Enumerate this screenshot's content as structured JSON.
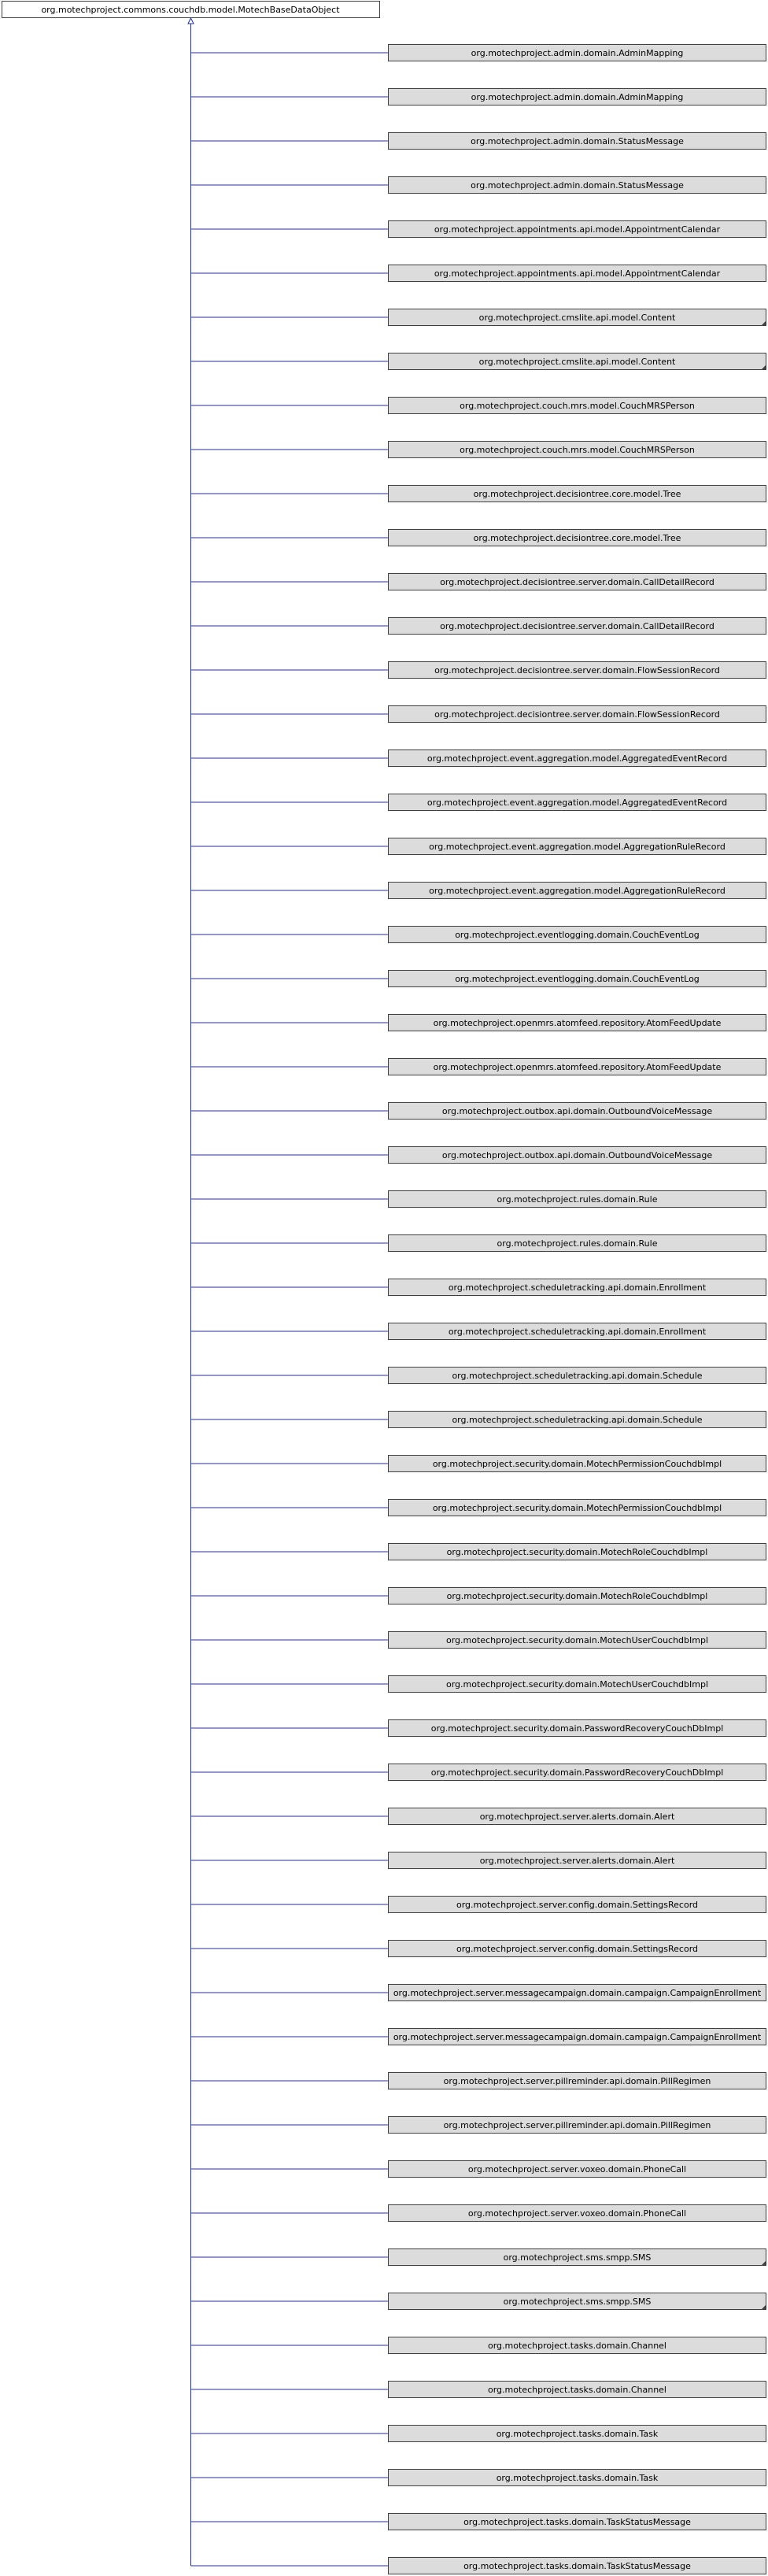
{
  "diagram": {
    "base_class": "org.motechproject.commons.couchdb.model.MotechBaseDataObject",
    "colors": {
      "edge": "#1f2f9c",
      "base_box_fill": "#ffffff",
      "child_box_fill": "#dcdcdc",
      "box_border": "#404040"
    },
    "subclasses": [
      {
        "label": "org.motechproject.admin.domain.AdminMapping",
        "has_more": false
      },
      {
        "label": "org.motechproject.admin.domain.AdminMapping",
        "has_more": false
      },
      {
        "label": "org.motechproject.admin.domain.StatusMessage",
        "has_more": false
      },
      {
        "label": "org.motechproject.admin.domain.StatusMessage",
        "has_more": false
      },
      {
        "label": "org.motechproject.appointments.api.model.AppointmentCalendar",
        "has_more": false
      },
      {
        "label": "org.motechproject.appointments.api.model.AppointmentCalendar",
        "has_more": false
      },
      {
        "label": "org.motechproject.cmslite.api.model.Content",
        "has_more": true
      },
      {
        "label": "org.motechproject.cmslite.api.model.Content",
        "has_more": true
      },
      {
        "label": "org.motechproject.couch.mrs.model.CouchMRSPerson",
        "has_more": false
      },
      {
        "label": "org.motechproject.couch.mrs.model.CouchMRSPerson",
        "has_more": false
      },
      {
        "label": "org.motechproject.decisiontree.core.model.Tree",
        "has_more": false
      },
      {
        "label": "org.motechproject.decisiontree.core.model.Tree",
        "has_more": false
      },
      {
        "label": "org.motechproject.decisiontree.server.domain.CallDetailRecord",
        "has_more": false
      },
      {
        "label": "org.motechproject.decisiontree.server.domain.CallDetailRecord",
        "has_more": false
      },
      {
        "label": "org.motechproject.decisiontree.server.domain.FlowSessionRecord",
        "has_more": false
      },
      {
        "label": "org.motechproject.decisiontree.server.domain.FlowSessionRecord",
        "has_more": false
      },
      {
        "label": "org.motechproject.event.aggregation.model.AggregatedEventRecord",
        "has_more": false
      },
      {
        "label": "org.motechproject.event.aggregation.model.AggregatedEventRecord",
        "has_more": false
      },
      {
        "label": "org.motechproject.event.aggregation.model.AggregationRuleRecord",
        "has_more": false
      },
      {
        "label": "org.motechproject.event.aggregation.model.AggregationRuleRecord",
        "has_more": false
      },
      {
        "label": "org.motechproject.eventlogging.domain.CouchEventLog",
        "has_more": false
      },
      {
        "label": "org.motechproject.eventlogging.domain.CouchEventLog",
        "has_more": false
      },
      {
        "label": "org.motechproject.openmrs.atomfeed.repository.AtomFeedUpdate",
        "has_more": false
      },
      {
        "label": "org.motechproject.openmrs.atomfeed.repository.AtomFeedUpdate",
        "has_more": false
      },
      {
        "label": "org.motechproject.outbox.api.domain.OutboundVoiceMessage",
        "has_more": false
      },
      {
        "label": "org.motechproject.outbox.api.domain.OutboundVoiceMessage",
        "has_more": false
      },
      {
        "label": "org.motechproject.rules.domain.Rule",
        "has_more": false
      },
      {
        "label": "org.motechproject.rules.domain.Rule",
        "has_more": false
      },
      {
        "label": "org.motechproject.scheduletracking.api.domain.Enrollment",
        "has_more": false
      },
      {
        "label": "org.motechproject.scheduletracking.api.domain.Enrollment",
        "has_more": false
      },
      {
        "label": "org.motechproject.scheduletracking.api.domain.Schedule",
        "has_more": false
      },
      {
        "label": "org.motechproject.scheduletracking.api.domain.Schedule",
        "has_more": false
      },
      {
        "label": "org.motechproject.security.domain.MotechPermissionCouchdbImpl",
        "has_more": false
      },
      {
        "label": "org.motechproject.security.domain.MotechPermissionCouchdbImpl",
        "has_more": false
      },
      {
        "label": "org.motechproject.security.domain.MotechRoleCouchdbImpl",
        "has_more": false
      },
      {
        "label": "org.motechproject.security.domain.MotechRoleCouchdbImpl",
        "has_more": false
      },
      {
        "label": "org.motechproject.security.domain.MotechUserCouchdbImpl",
        "has_more": false
      },
      {
        "label": "org.motechproject.security.domain.MotechUserCouchdbImpl",
        "has_more": false
      },
      {
        "label": "org.motechproject.security.domain.PasswordRecoveryCouchDbImpl",
        "has_more": false
      },
      {
        "label": "org.motechproject.security.domain.PasswordRecoveryCouchDbImpl",
        "has_more": false
      },
      {
        "label": "org.motechproject.server.alerts.domain.Alert",
        "has_more": false
      },
      {
        "label": "org.motechproject.server.alerts.domain.Alert",
        "has_more": false
      },
      {
        "label": "org.motechproject.server.config.domain.SettingsRecord",
        "has_more": false
      },
      {
        "label": "org.motechproject.server.config.domain.SettingsRecord",
        "has_more": false
      },
      {
        "label": "org.motechproject.server.messagecampaign.domain.campaign.CampaignEnrollment",
        "has_more": false
      },
      {
        "label": "org.motechproject.server.messagecampaign.domain.campaign.CampaignEnrollment",
        "has_more": false
      },
      {
        "label": "org.motechproject.server.pillreminder.api.domain.PillRegimen",
        "has_more": false
      },
      {
        "label": "org.motechproject.server.pillreminder.api.domain.PillRegimen",
        "has_more": false
      },
      {
        "label": "org.motechproject.server.voxeo.domain.PhoneCall",
        "has_more": false
      },
      {
        "label": "org.motechproject.server.voxeo.domain.PhoneCall",
        "has_more": false
      },
      {
        "label": "org.motechproject.sms.smpp.SMS",
        "has_more": true
      },
      {
        "label": "org.motechproject.sms.smpp.SMS",
        "has_more": true
      },
      {
        "label": "org.motechproject.tasks.domain.Channel",
        "has_more": false
      },
      {
        "label": "org.motechproject.tasks.domain.Channel",
        "has_more": false
      },
      {
        "label": "org.motechproject.tasks.domain.Task",
        "has_more": false
      },
      {
        "label": "org.motechproject.tasks.domain.Task",
        "has_more": false
      },
      {
        "label": "org.motechproject.tasks.domain.TaskStatusMessage",
        "has_more": false
      },
      {
        "label": "org.motechproject.tasks.domain.TaskStatusMessage",
        "has_more": false
      }
    ]
  }
}
